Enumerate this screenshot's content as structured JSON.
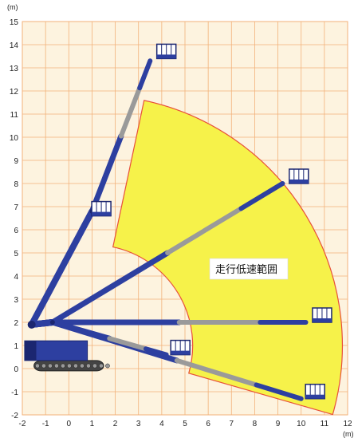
{
  "chart_data": {
    "type": "diagram",
    "x_unit_label": "(m)",
    "y_unit_label": "(m)",
    "x_ticks": [
      -2,
      -1,
      0,
      1,
      2,
      3,
      4,
      5,
      6,
      7,
      8,
      9,
      10,
      11,
      12
    ],
    "y_ticks": [
      -2,
      -1,
      0,
      1,
      2,
      3,
      4,
      5,
      6,
      7,
      8,
      9,
      10,
      11,
      12,
      13,
      14,
      15
    ],
    "xlim": [
      -2,
      12
    ],
    "ylim": [
      -2,
      15
    ],
    "zone_label": "走行低速範囲",
    "colors": {
      "background": "#fdf3df",
      "grid": "#f2b27a",
      "zone_fill": "#f6f24a",
      "zone_edge": "#e8503a",
      "boom_blue": "#2d3fa0",
      "boom_gray": "#9a9a9a",
      "basket_white": "#ffffff"
    },
    "pivot": [
      -1.6,
      1.9
    ],
    "boom_positions": [
      {
        "joint": [
          1.0,
          6.8
        ],
        "tip": [
          3.5,
          13.3
        ]
      },
      {
        "joint": [
          -0.7,
          2.0
        ],
        "tip": [
          9.2,
          8.0
        ]
      },
      {
        "joint": [
          -0.7,
          2.0
        ],
        "tip": [
          10.2,
          2.0
        ]
      },
      {
        "joint": [
          -0.7,
          2.0
        ],
        "tip": [
          10.0,
          -1.3
        ]
      },
      {
        "joint": [
          -0.7,
          2.0
        ],
        "tip": [
          4.2,
          0.6
        ]
      }
    ],
    "baskets": [
      [
        1.4,
        6.6
      ],
      [
        4.2,
        13.4
      ],
      [
        9.9,
        8.0
      ],
      [
        10.9,
        2.0
      ],
      [
        10.6,
        -1.3
      ],
      [
        4.8,
        0.6
      ]
    ]
  }
}
